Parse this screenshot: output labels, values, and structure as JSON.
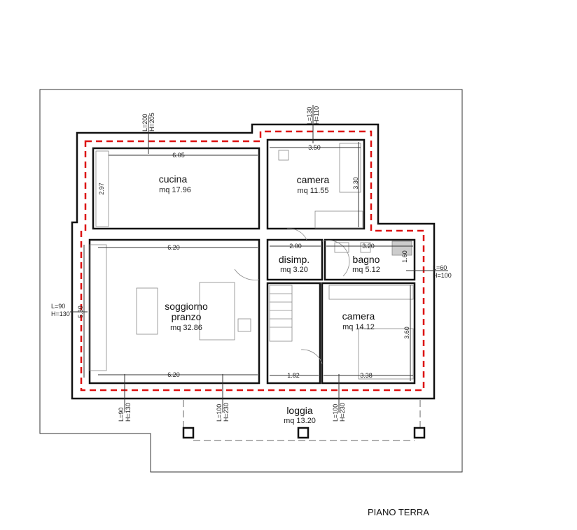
{
  "plan_title": "PIANO TERRA",
  "rooms": [
    {
      "name": "cucina",
      "area": "mq 17.96"
    },
    {
      "name": "camera",
      "area": "mq 11.55"
    },
    {
      "name": "disimp.",
      "area": "mq 3.20"
    },
    {
      "name": "bagno",
      "area": "mq 5.12"
    },
    {
      "name": "soggiorno",
      "name2": "pranzo",
      "area": "mq 32.86"
    },
    {
      "name": "camera",
      "area": "mq 14.12"
    },
    {
      "name": "loggia",
      "area": "mq 13.20"
    }
  ],
  "dimensions": [
    "6.05",
    "2.97",
    "3.50",
    "3.30",
    "6.20",
    "2.00",
    "3.20",
    "1.60",
    "5.30",
    "3.60",
    "6.20",
    "1.82",
    "3.38"
  ],
  "windows": [
    {
      "l": "L=200",
      "h": "H=205"
    },
    {
      "l": "L=130",
      "h": "H=110"
    },
    {
      "l": "L=60",
      "h": "H=100"
    },
    {
      "l": "L=90",
      "h": "H=130"
    },
    {
      "l": "L=90",
      "h": "H=130"
    },
    {
      "l": "L=100",
      "h": "H=230"
    },
    {
      "l": "L=100",
      "h": "H=230"
    }
  ]
}
